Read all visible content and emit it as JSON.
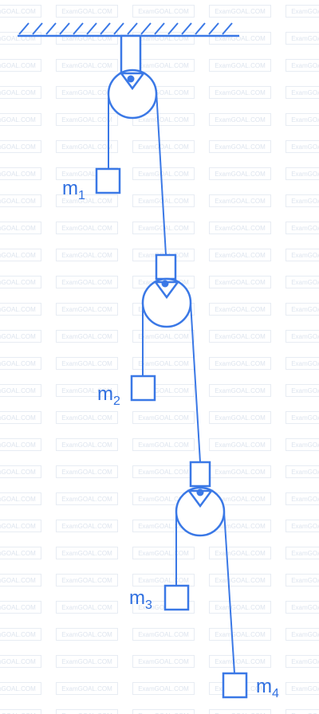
{
  "watermark": "ExamGOAL.COM",
  "colors": {
    "ink": "#3a78e6",
    "label": "#2f6fe0",
    "watermark": "#dde4ee"
  },
  "masses": [
    {
      "base": "m",
      "sub": "1"
    },
    {
      "base": "m",
      "sub": "2"
    },
    {
      "base": "m",
      "sub": "3"
    },
    {
      "base": "m",
      "sub": "4"
    }
  ]
}
